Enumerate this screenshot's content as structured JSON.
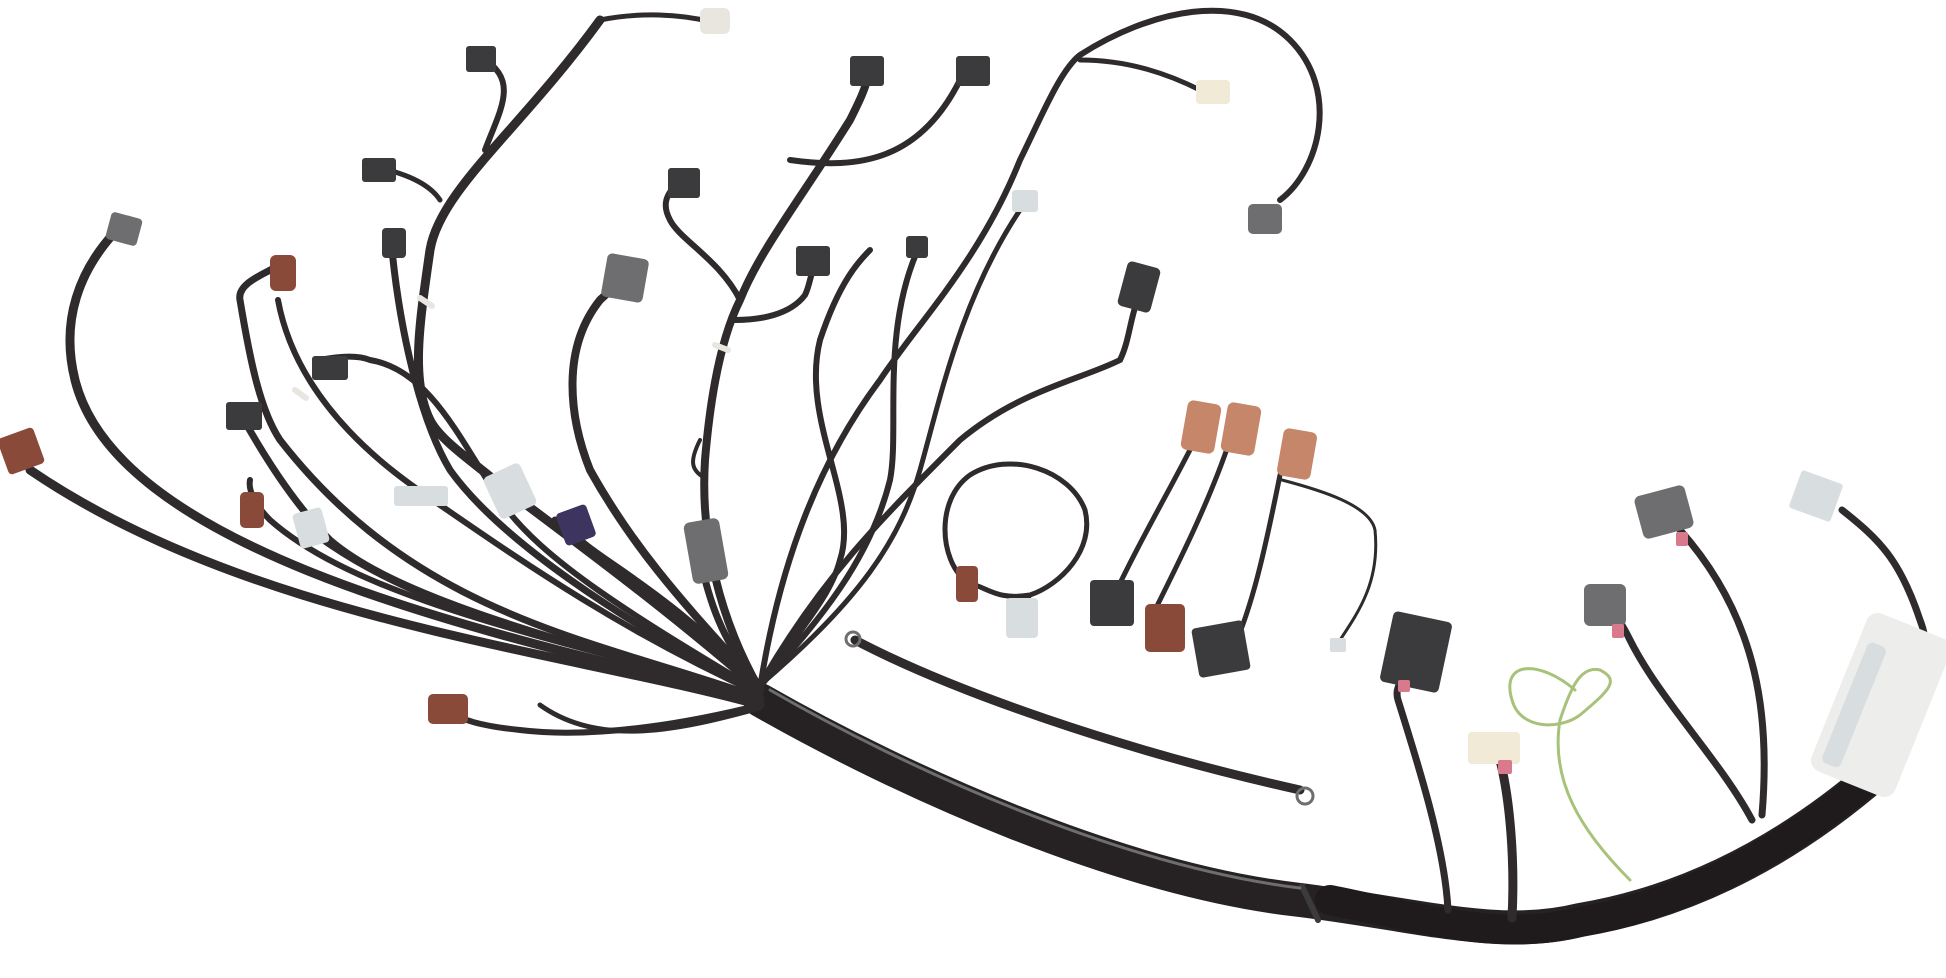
{
  "colors": {
    "background": "#ffffff",
    "wire": "#2f2b2d",
    "wire_dark": "#1f1b1d",
    "sheath": "#262224",
    "connector_gray": "#6e6e70",
    "connector_dark": "#3b3b3d",
    "connector_brown": "#8a4a3a",
    "connector_tan": "#c6866a",
    "connector_white": "#e9e6e0",
    "connector_clear": "#d8dde0",
    "connector_purple": "#3d3560",
    "connector_cream": "#f1ead6",
    "ground_wire": "#a8c27a",
    "fuse_box": "#ededeb",
    "terminal_pink": "#d97a8c"
  },
  "icons": {
    "harness": "wiring-harness-icon",
    "connector": "plug-connector-icon",
    "ring_terminal": "ring-terminal-icon",
    "fuse_relay_box": "relay-box-icon"
  },
  "items": {
    "main_trunk": "main-harness-trunk",
    "branch_count": 26,
    "loose_pigtails": 4,
    "ground_strap": "ground-strap",
    "fuse_box": "fuse-relay-box"
  }
}
